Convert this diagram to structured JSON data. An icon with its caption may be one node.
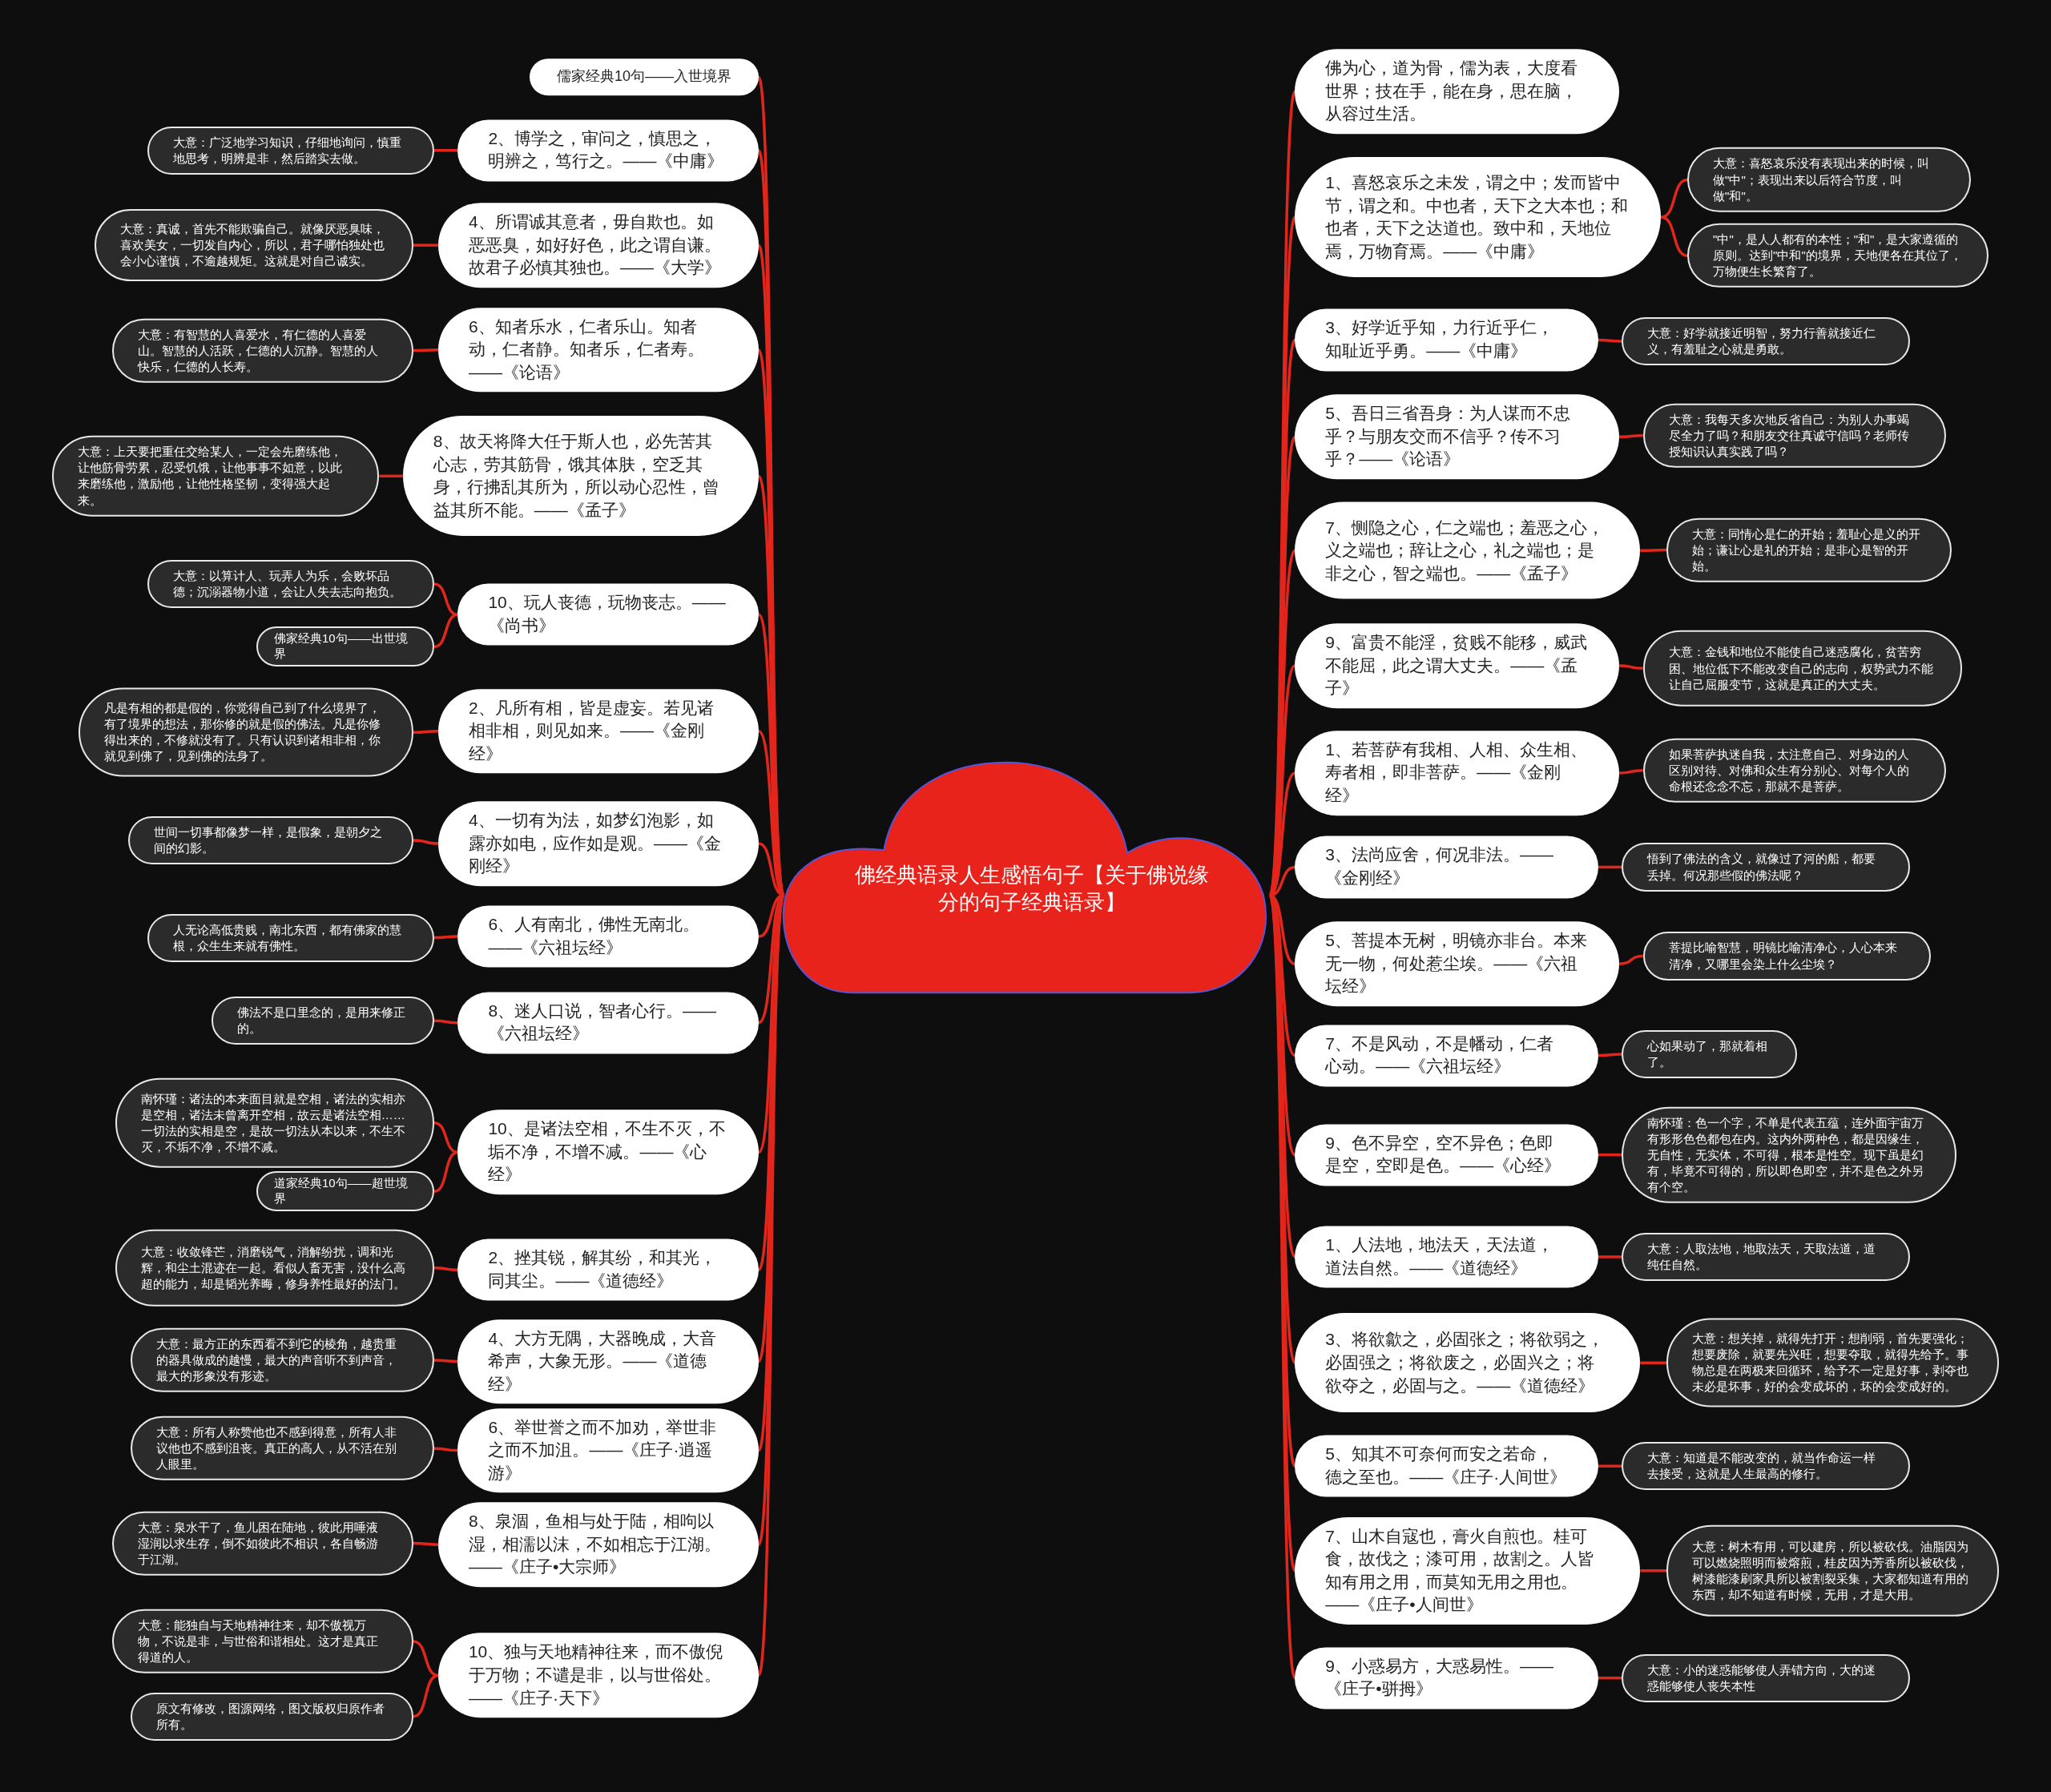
{
  "diagram": {
    "nodes": [
      {
        "text": [
          "佛经典语录人生感悟句子【关于佛说缘分的句子经典语录】"
        ]
      },
      {
        "text": [
          "儒家经典10句——入世境界"
        ]
      },
      {
        "text": [
          "2、博学之，审问之，慎思之，明辨之，笃行之。——《中庸》"
        ]
      },
      {
        "text": [
          "大意：广泛地学习知识，仔细地询问，慎重地思考，明辨是非，然后踏实去做。"
        ]
      },
      {
        "text": [
          "4、所谓诚其意者，毋自欺也。如恶恶臭，如好好色，此之谓自谦。故君子必慎其独也。——《大学》"
        ]
      },
      {
        "text": [
          "大意：真诚，首先不能欺骗自己。就像厌恶臭味，喜欢美女，一切发自内心，所以，君子哪怕独处也会小心谨慎，不逾越规矩。这就是对自己诚实。"
        ]
      },
      {
        "text": [
          "6、知者乐水，仁者乐山。知者动，仁者静。知者乐，仁者寿。——《论语》"
        ]
      },
      {
        "text": [
          "大意：有智慧的人喜爱水，有仁德的人喜爱山。智慧的人活跃，仁德的人沉静。智慧的人快乐，仁德的人长寿。"
        ]
      },
      {
        "text": [
          "8、故天将降大任于斯人也，必先苦其心志，劳其筋骨，饿其体肤，空乏其身，行拂乱其所为，所以动心忍性，曾益其所不能。——《孟子》"
        ]
      },
      {
        "text": [
          "大意：上天要把重任交给某人，一定会先磨练他，让他筋骨劳累，忍受饥饿，让他事事不如意，以此来磨练他，激励他，让他性格坚韧，变得强大起来。"
        ]
      },
      {
        "text": [
          "10、玩人丧德，玩物丧志。——《尚书》"
        ]
      },
      {
        "text": [
          "大意：以算计人、玩弄人为乐，会败坏品德；沉溺器物小道，会让人失去志向抱负。"
        ]
      },
      {
        "text": [
          "佛家经典10句——出世境界"
        ]
      },
      {
        "text": [
          "2、凡所有相，皆是虚妄。若见诸相非相，则见如来。——《金刚经》"
        ]
      },
      {
        "text": [
          "凡是有相的都是假的，你觉得自己到了什么境界了，有了境界的想法，那你修的就是假的佛法。凡是你修得出来的，不修就没有了。只有认识到诸相非相，你就见到佛了，见到佛的法身了。"
        ]
      },
      {
        "text": [
          "4、一切有为法，如梦幻泡影，如露亦如电，应作如是观。——《金刚经》"
        ]
      },
      {
        "text": [
          "世间一切事都像梦一样，是假象，是朝夕之间的幻影。"
        ]
      },
      {
        "text": [
          "6、人有南北，佛性无南北。——《六祖坛经》"
        ]
      },
      {
        "text": [
          "人无论高低贵贱，南北东西，都有佛家的慧根，众生生来就有佛性。"
        ]
      },
      {
        "text": [
          "8、迷人口说，智者心行。——《六祖坛经》"
        ]
      },
      {
        "text": [
          "佛法不是口里念的，是用来修正的。"
        ]
      },
      {
        "text": [
          "10、是诸法空相，不生不灭，不垢不净，不增不减。——《心经》"
        ]
      },
      {
        "text": [
          "南怀瑾：诸法的本来面目就是空相，诸法的实相亦是空相，诸法未曾离开空相，故云是诸法空相……一切法的实相是空，是故一切法从本以来，不生不灭，不垢不净，不增不减。"
        ]
      },
      {
        "text": [
          "道家经典10句——超世境界"
        ]
      },
      {
        "text": [
          "2、挫其锐，解其纷，和其光，同其尘。——《道德经》"
        ]
      },
      {
        "text": [
          "大意：收敛锋芒，消磨锐气，消解纷扰，调和光辉，和尘土混迹在一起。看似人畜无害，没什么高超的能力，却是韬光养晦，修身养性最好的法门。"
        ]
      },
      {
        "text": [
          "4、大方无隅，大器晚成，大音希声，大象无形。——《道德经》"
        ]
      },
      {
        "text": [
          "大意：最方正的东西看不到它的棱角，越贵重的器具做成的越慢，最大的声音听不到声音，最大的形象没有形迹。"
        ]
      },
      {
        "text": [
          "6、举世誉之而不加劝，举世非之而不加沮。——《庄子·逍遥游》"
        ]
      },
      {
        "text": [
          "大意：所有人称赞他也不感到得意，所有人非议他也不感到沮丧。真正的高人，从不活在别人眼里。"
        ]
      },
      {
        "text": [
          "8、泉涸，鱼相与处于陆，相呴以湿，相濡以沫，不如相忘于江湖。——《庄子•大宗师》"
        ]
      },
      {
        "text": [
          "大意：泉水干了，鱼儿困在陆地，彼此用唾液湿润以求生存，倒不如彼此不相识，各自畅游于江湖。"
        ]
      },
      {
        "text": [
          "10、独与天地精神往来，而不傲倪于万物；不谴是非，以与世俗处。——《庄子·天下》"
        ]
      },
      {
        "text": [
          "大意：能独自与天地精神往来，却不傲视万物，不说是非，与世俗和谐相处。这才是真正得道的人。"
        ]
      },
      {
        "text": [
          "原文有修改，图源网络，图文版权归原作者所有。"
        ]
      },
      {
        "text": [
          "佛为心，道为骨，儒为表，大度看世界；技在手，能在身，思在脑，从容过生活。"
        ]
      },
      {
        "text": [
          "1、喜怒哀乐之未发，谓之中；发而皆中节，谓之和。中也者，天下之大本也；和也者，天下之达道也。致中和，天地位焉，万物育焉。——《中庸》"
        ]
      },
      {
        "text": [
          "大意：喜怒哀乐没有表现出来的时候，叫做\"中\"；表现出来以后符合节度，叫做\"和\"。"
        ]
      },
      {
        "text": [
          "\"中\"，是人人都有的本性；\"和\"，是大家遵循的原则。达到\"中和\"的境界，天地便各在其位了，万物便生长繁育了。"
        ]
      },
      {
        "text": [
          "3、好学近乎知，力行近乎仁，知耻近乎勇。——《中庸》"
        ]
      },
      {
        "text": [
          "大意：好学就接近明智，努力行善就接近仁义，有羞耻之心就是勇敢。"
        ]
      },
      {
        "text": [
          "5、吾日三省吾身：为人谋而不忠乎？与朋友交而不信乎？传不习乎？——《论语》"
        ]
      },
      {
        "text": [
          "大意：我每天多次地反省自己：为别人办事竭尽全力了吗？和朋友交往真诚守信吗？老师传授知识认真实践了吗？"
        ]
      },
      {
        "text": [
          "7、恻隐之心，仁之端也；羞恶之心，义之端也；辞让之心，礼之端也；是非之心，智之端也。——《孟子》"
        ]
      },
      {
        "text": [
          "大意：同情心是仁的开始；羞耻心是义的开始；谦让心是礼的开始；是非心是智的开始。"
        ]
      },
      {
        "text": [
          "9、富贵不能淫，贫贱不能移，威武不能屈，此之谓大丈夫。——《孟子》"
        ]
      },
      {
        "text": [
          "大意：金钱和地位不能使自己迷惑腐化，贫苦穷困、地位低下不能改变自己的志向，权势武力不能让自己屈服变节，这就是真正的大丈夫。"
        ]
      },
      {
        "text": [
          "1、若菩萨有我相、人相、众生相、寿者相，即非菩萨。——《金刚经》"
        ]
      },
      {
        "text": [
          "如果菩萨执迷自我，太注意自己、对身边的人区别对待、对佛和众生有分别心、对每个人的命根还念念不忘，那就不是菩萨。"
        ]
      },
      {
        "text": [
          "3、法尚应舍，何况非法。——《金刚经》"
        ]
      },
      {
        "text": [
          "悟到了佛法的含义，就像过了河的船，都要丢掉。何况那些假的佛法呢？"
        ]
      },
      {
        "text": [
          "5、菩提本无树，明镜亦非台。本来无一物，何处惹尘埃。——《六祖坛经》"
        ]
      },
      {
        "text": [
          "菩提比喻智慧，明镜比喻清净心，人心本来清净，又哪里会染上什么尘埃？"
        ]
      },
      {
        "text": [
          "7、不是风动，不是幡动，仁者心动。——《六祖坛经》"
        ]
      },
      {
        "text": [
          "心如果动了，那就着相了。"
        ]
      },
      {
        "text": [
          "9、色不异空，空不异色；色即是空，空即是色。——《心经》"
        ]
      },
      {
        "text": [
          "南怀瑾：色一个字，不单是代表五蕴，连外面宇宙万有形形色色都包在内。这内外两种色，都是因缘生，无自性，无实体，不可得，根本是性空。现下虽是幻有，毕竟不可得的，所以即色即空，并不是色之外另有个空。"
        ]
      },
      {
        "text": [
          "1、人法地，地法天，天法道，道法自然。——《道德经》"
        ]
      },
      {
        "text": [
          "大意：人取法地，地取法天，天取法道，道纯任自然。"
        ]
      },
      {
        "text": [
          "3、将欲歙之，必固张之；将欲弱之，必固强之；将欲废之，必固兴之；将欲夺之，必固与之。——《道德经》"
        ]
      },
      {
        "text": [
          "大意：想关掉，就得先打开；想削弱，首先要强化；想要废除，就要先兴旺，想要夺取，就得先给予。事物总是在两极来回循环，给予不一定是好事，剥夺也未必是坏事，好的会变成坏的，坏的会变成好的。"
        ]
      },
      {
        "text": [
          "5、知其不可奈何而安之若命，德之至也。——《庄子·人间世》"
        ]
      },
      {
        "text": [
          "大意：知道是不能改变的，就当作命运一样去接受，这就是人生最高的修行。"
        ]
      },
      {
        "text": [
          "7、山木自寇也，膏火自煎也。桂可食，故伐之；漆可用，故割之。人皆知有用之用，而莫知无用之用也。——《庄子•人间世》"
        ]
      },
      {
        "text": [
          "大意：树木有用，可以建房，所以被砍伐。油脂因为可以燃烧照明而被熔煎，桂皮因为芳香所以被砍伐，树漆能漆刷家具所以被割裂采集，大家都知道有用的东西，却不知道有时候，无用，才是大用。"
        ]
      },
      {
        "text": [
          "9、小惑易方，大惑易性。——《庄子•骈拇》"
        ]
      },
      {
        "text": [
          "大意：小的迷惑能够使人弄错方向，大的迷惑能够使人丧失本性"
        ]
      }
    ],
    "edges": [
      {
        "from": 0,
        "to": 1,
        "arrow": "none"
      },
      {
        "from": 0,
        "to": 2,
        "arrow": "none"
      },
      {
        "from": 0,
        "to": 4,
        "arrow": "none"
      },
      {
        "from": 0,
        "to": 6,
        "arrow": "none"
      },
      {
        "from": 0,
        "to": 8,
        "arrow": "none"
      },
      {
        "from": 0,
        "to": 10,
        "arrow": "none"
      },
      {
        "from": 0,
        "to": 13,
        "arrow": "none"
      },
      {
        "from": 0,
        "to": 15,
        "arrow": "none"
      },
      {
        "from": 0,
        "to": 17,
        "arrow": "none"
      },
      {
        "from": 0,
        "to": 19,
        "arrow": "none"
      },
      {
        "from": 0,
        "to": 21,
        "arrow": "none"
      },
      {
        "from": 0,
        "to": 24,
        "arrow": "none"
      },
      {
        "from": 0,
        "to": 26,
        "arrow": "none"
      },
      {
        "from": 0,
        "to": 28,
        "arrow": "none"
      },
      {
        "from": 0,
        "to": 30,
        "arrow": "none"
      },
      {
        "from": 0,
        "to": 32,
        "arrow": "none"
      },
      {
        "from": 0,
        "to": 35,
        "arrow": "none"
      },
      {
        "from": 0,
        "to": 36,
        "arrow": "none"
      },
      {
        "from": 0,
        "to": 39,
        "arrow": "none"
      },
      {
        "from": 0,
        "to": 41,
        "arrow": "none"
      },
      {
        "from": 0,
        "to": 43,
        "arrow": "none"
      },
      {
        "from": 0,
        "to": 45,
        "arrow": "none"
      },
      {
        "from": 0,
        "to": 47,
        "arrow": "none"
      },
      {
        "from": 0,
        "to": 49,
        "arrow": "none"
      },
      {
        "from": 0,
        "to": 51,
        "arrow": "none"
      },
      {
        "from": 0,
        "to": 53,
        "arrow": "none"
      },
      {
        "from": 0,
        "to": 55,
        "arrow": "none"
      },
      {
        "from": 0,
        "to": 57,
        "arrow": "none"
      },
      {
        "from": 0,
        "to": 59,
        "arrow": "none"
      },
      {
        "from": 0,
        "to": 61,
        "arrow": "none"
      },
      {
        "from": 0,
        "to": 63,
        "arrow": "none"
      },
      {
        "from": 0,
        "to": 65,
        "arrow": "none"
      },
      {
        "from": 2,
        "to": 3,
        "arrow": "none"
      },
      {
        "from": 4,
        "to": 5,
        "arrow": "none"
      },
      {
        "from": 6,
        "to": 7,
        "arrow": "none"
      },
      {
        "from": 8,
        "to": 9,
        "arrow": "none"
      },
      {
        "from": 10,
        "to": 11,
        "arrow": "none"
      },
      {
        "from": 10,
        "to": 12,
        "arrow": "none"
      },
      {
        "from": 13,
        "to": 14,
        "arrow": "none"
      },
      {
        "from": 15,
        "to": 16,
        "arrow": "none"
      },
      {
        "from": 17,
        "to": 18,
        "arrow": "none"
      },
      {
        "from": 19,
        "to": 20,
        "arrow": "none"
      },
      {
        "from": 21,
        "to": 22,
        "arrow": "none"
      },
      {
        "from": 21,
        "to": 23,
        "arrow": "none"
      },
      {
        "from": 24,
        "to": 25,
        "arrow": "none"
      },
      {
        "from": 26,
        "to": 27,
        "arrow": "none"
      },
      {
        "from": 28,
        "to": 29,
        "arrow": "none"
      },
      {
        "from": 30,
        "to": 31,
        "arrow": "none"
      },
      {
        "from": 32,
        "to": 33,
        "arrow": "none"
      },
      {
        "from": 32,
        "to": 34,
        "arrow": "none"
      },
      {
        "from": 36,
        "to": 37,
        "arrow": "none"
      },
      {
        "from": 36,
        "to": 38,
        "arrow": "none"
      },
      {
        "from": 39,
        "to": 40,
        "arrow": "none"
      },
      {
        "from": 41,
        "to": 42,
        "arrow": "none"
      },
      {
        "from": 43,
        "to": 44,
        "arrow": "none"
      },
      {
        "from": 45,
        "to": 46,
        "arrow": "none"
      },
      {
        "from": 47,
        "to": 48,
        "arrow": "none"
      },
      {
        "from": 49,
        "to": 50,
        "arrow": "none"
      },
      {
        "from": 51,
        "to": 52,
        "arrow": "none"
      },
      {
        "from": 53,
        "to": 54,
        "arrow": "none"
      },
      {
        "from": 55,
        "to": 56,
        "arrow": "none"
      },
      {
        "from": 57,
        "to": 58,
        "arrow": "none"
      },
      {
        "from": 59,
        "to": 60,
        "arrow": "none"
      },
      {
        "from": 61,
        "to": 62,
        "arrow": "none"
      },
      {
        "from": 63,
        "to": 64,
        "arrow": "none"
      },
      {
        "from": 65,
        "to": 66,
        "arrow": "none"
      }
    ]
  }
}
